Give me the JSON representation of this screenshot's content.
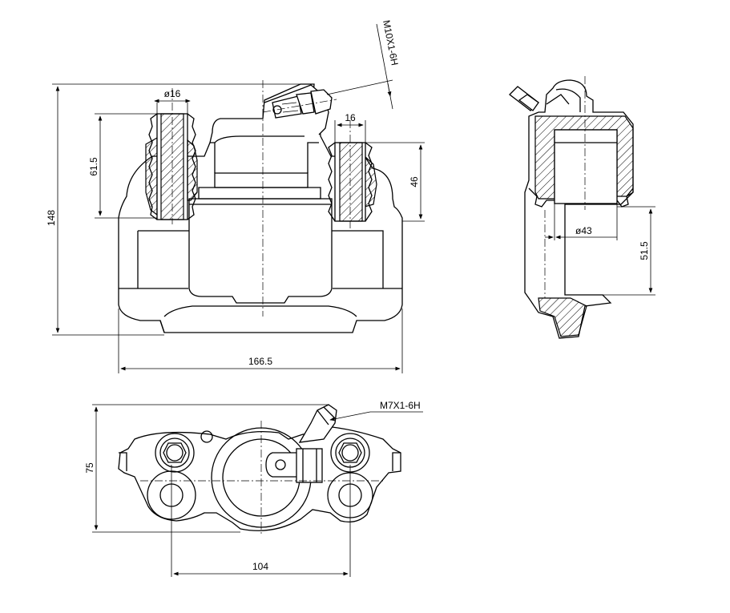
{
  "drawing": {
    "front_view": {
      "dim_overall_height": "148",
      "dim_overall_width": "166.5",
      "dim_pin_height": "61.5",
      "dim_pin_diameter": "ø16",
      "dim_pin_width": "16",
      "dim_right_pin_height": "46",
      "thread_bleeder": "M10X1-6H"
    },
    "side_view": {
      "dim_piston_diameter": "ø43",
      "dim_piston_height": "51.5"
    },
    "top_view": {
      "dim_depth": "75",
      "dim_mount_spacing": "104",
      "thread_port": "M7X1-6H"
    }
  }
}
